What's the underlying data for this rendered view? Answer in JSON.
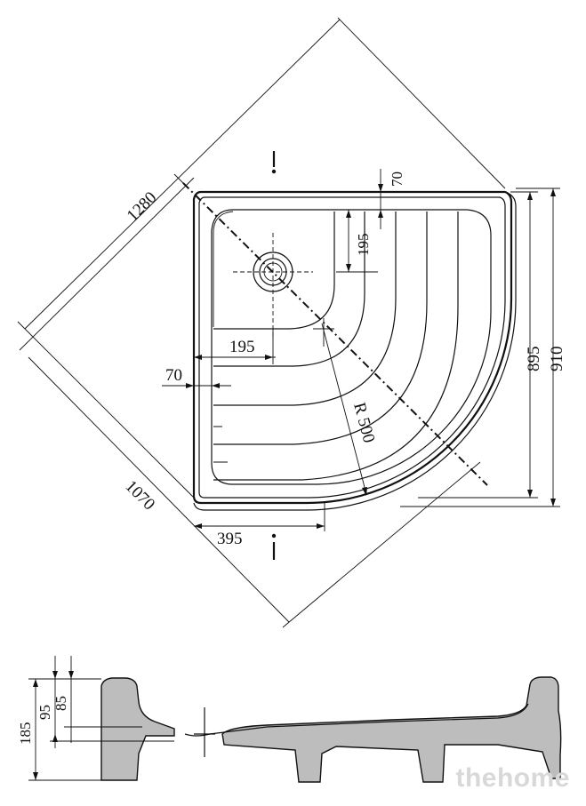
{
  "dimensions": {
    "diagonal_width": "1280",
    "diagonal_depth": "1070",
    "depth_inner": "895",
    "depth_outer": "910",
    "step_offset_top": "70",
    "step_offset_left": "70",
    "step_depth_vertical": "195",
    "step_depth_horizontal": "195",
    "radius": "R 500",
    "front_offset": "395"
  },
  "section_dimensions": {
    "total_height": "185",
    "height_a": "95",
    "height_b": "85"
  },
  "watermark": "thehome"
}
